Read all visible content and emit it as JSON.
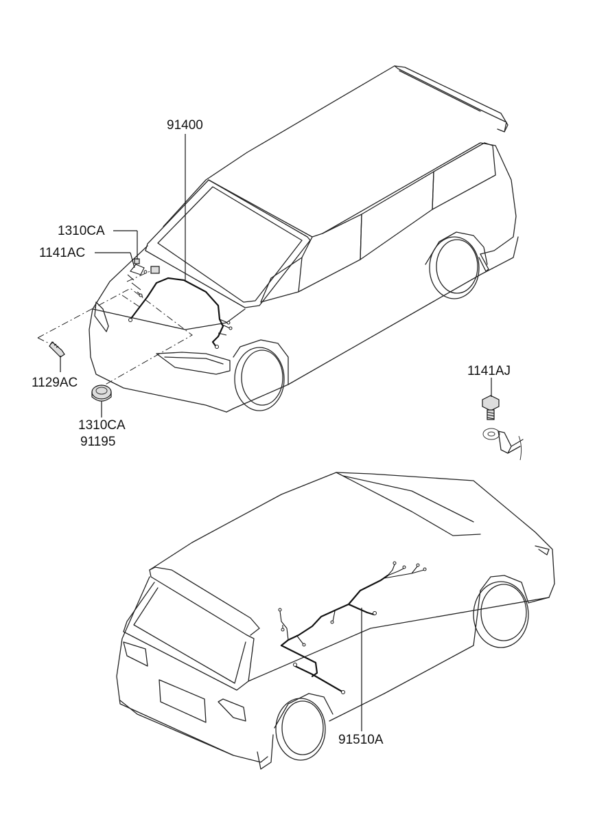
{
  "diagram": {
    "labels": {
      "front_harness": "91400",
      "clip_upper": "1310CA",
      "bolt_upper": "1141AC",
      "bolt_lower": "1129AC",
      "nut_code": "1310CA",
      "nut_part": "91195",
      "ground_bolt": "1141AJ",
      "rear_harness": "91510A"
    }
  }
}
